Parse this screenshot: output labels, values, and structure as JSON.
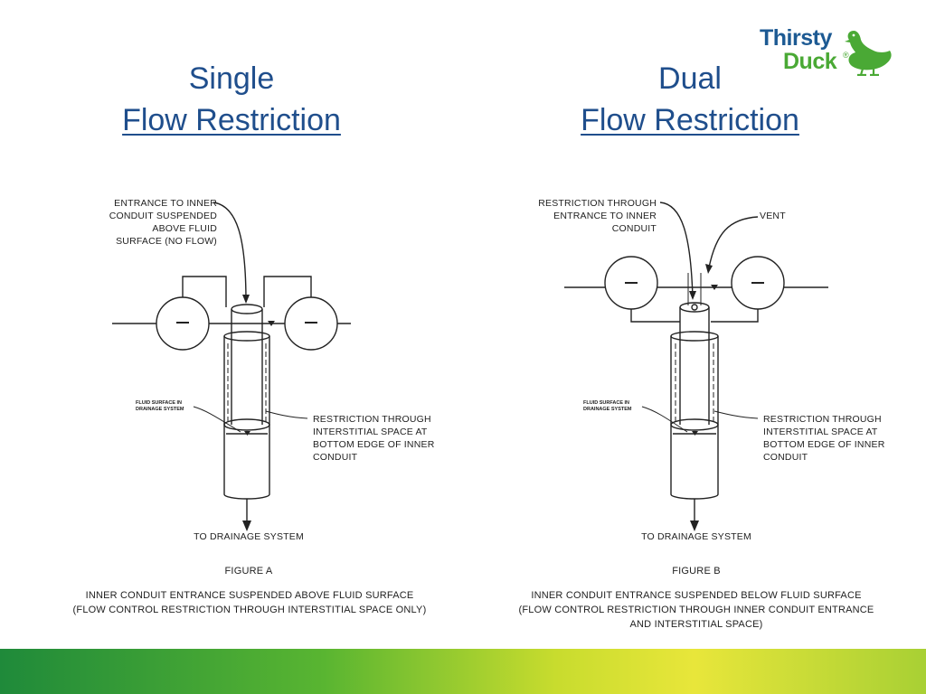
{
  "slide": {
    "title_left_line1": "Single",
    "title_left_line2": "Flow Restriction",
    "title_right_line1": "Dual",
    "title_right_line2": "Flow Restriction"
  },
  "logo": {
    "word1": "Thirsty",
    "word2": "Duck",
    "reg": "®",
    "icon": "duck-icon",
    "colors": {
      "blue": "#1d5a93",
      "green": "#4aa935"
    }
  },
  "figure_a": {
    "label_entrance": [
      "ENTRANCE TO INNER",
      "CONDUIT SUSPENDED",
      "ABOVE FLUID",
      "SURFACE (NO FLOW)"
    ],
    "label_fluid": [
      "FLUID SURFACE IN",
      "DRAINAGE SYSTEM"
    ],
    "label_restriction": [
      "RESTRICTION THROUGH",
      "INTERSTITIAL SPACE AT",
      "BOTTOM EDGE OF INNER",
      "CONDUIT"
    ],
    "label_drain": "TO DRAINAGE SYSTEM",
    "figure_name": "FIGURE A",
    "caption": [
      "INNER CONDUIT ENTRANCE SUSPENDED ABOVE FLUID SURFACE",
      "(FLOW CONTROL RESTRICTION THROUGH INTERSTITIAL SPACE ONLY)"
    ]
  },
  "figure_b": {
    "label_entrance": [
      "RESTRICTION THROUGH",
      "ENTRANCE TO INNER",
      "CONDUIT"
    ],
    "label_vent": "VENT",
    "label_fluid": [
      "FLUID SURFACE IN",
      "DRAINAGE SYSTEM"
    ],
    "label_restriction": [
      "RESTRICTION THROUGH",
      "INTERSTITIAL SPACE AT",
      "BOTTOM EDGE OF INNER",
      "CONDUIT"
    ],
    "label_drain": "TO DRAINAGE SYSTEM",
    "figure_name": "FIGURE B",
    "caption": [
      "INNER CONDUIT ENTRANCE SUSPENDED BELOW FLUID SURFACE",
      "(FLOW CONTROL RESTRICTION THROUGH INNER CONDUIT ENTRANCE",
      "AND INTERSTITIAL SPACE)"
    ]
  },
  "footer": {
    "gradient_start": "#1f8a3a",
    "gradient_mid": "#c8dc2e",
    "gradient_end": "#a8d034"
  }
}
